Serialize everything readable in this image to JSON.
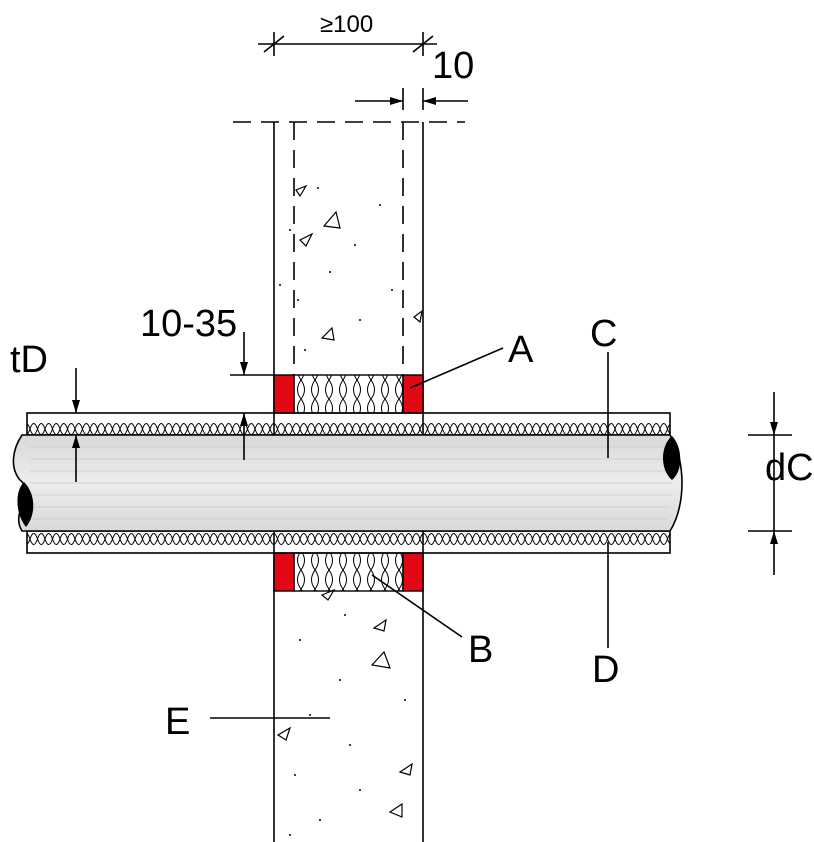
{
  "labels": {
    "A": "A",
    "B": "B",
    "C": "C",
    "D": "D",
    "E": "E",
    "tD": "tD",
    "dC": "dC",
    "gap_10_35": "10-35",
    "ten": "10",
    "min_100": "≥100"
  },
  "colors": {
    "seal": "#e30613",
    "pipe": "#e6e6e6",
    "line": "#000000",
    "background": "#ffffff"
  }
}
